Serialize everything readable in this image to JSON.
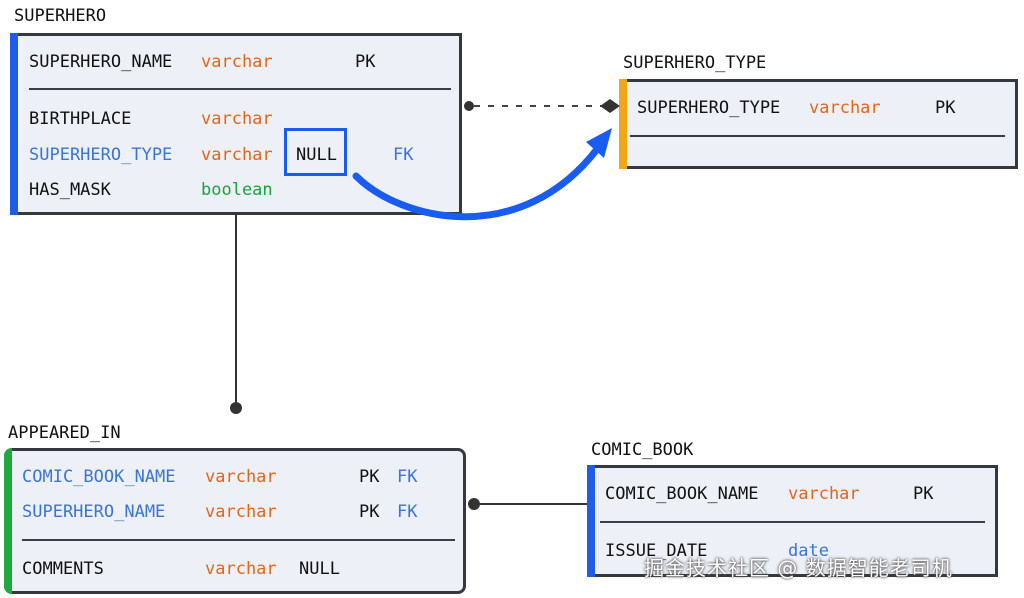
{
  "superhero": {
    "title": "SUPERHERO",
    "rows": [
      {
        "name": "SUPERHERO_NAME",
        "type": "varchar",
        "key": "PK"
      },
      {
        "name": "BIRTHPLACE",
        "type": "varchar"
      },
      {
        "name": "SUPERHERO_TYPE",
        "type": "varchar",
        "null": "NULL",
        "key": "FK"
      },
      {
        "name": "HAS_MASK",
        "type": "boolean"
      }
    ],
    "accent_color": "#1f5ce8"
  },
  "superhero_type": {
    "title": "SUPERHERO_TYPE",
    "rows": [
      {
        "name": "SUPERHERO_TYPE",
        "type": "varchar",
        "key": "PK"
      }
    ],
    "accent_color": "#f2a612"
  },
  "appeared_in": {
    "title": "APPEARED_IN",
    "rows": [
      {
        "name": "COMIC_BOOK_NAME",
        "type": "varchar",
        "key": "PK",
        "fk": "FK"
      },
      {
        "name": "SUPERHERO_NAME",
        "type": "varchar",
        "key": "PK",
        "fk": "FK"
      },
      {
        "name": "COMMENTS",
        "type": "varchar",
        "null": "NULL"
      }
    ],
    "accent_color": "#1fa83d"
  },
  "comic_book": {
    "title": "COMIC_BOOK",
    "rows": [
      {
        "name": "COMIC_BOOK_NAME",
        "type": "varchar",
        "key": "PK"
      },
      {
        "name": "ISSUE_DATE",
        "type": "date"
      }
    ],
    "accent_color": "#1f5ce8"
  },
  "highlight_color": "#1a5cf0",
  "watermark": "掘金技术社区 @ 数据智能老司机"
}
